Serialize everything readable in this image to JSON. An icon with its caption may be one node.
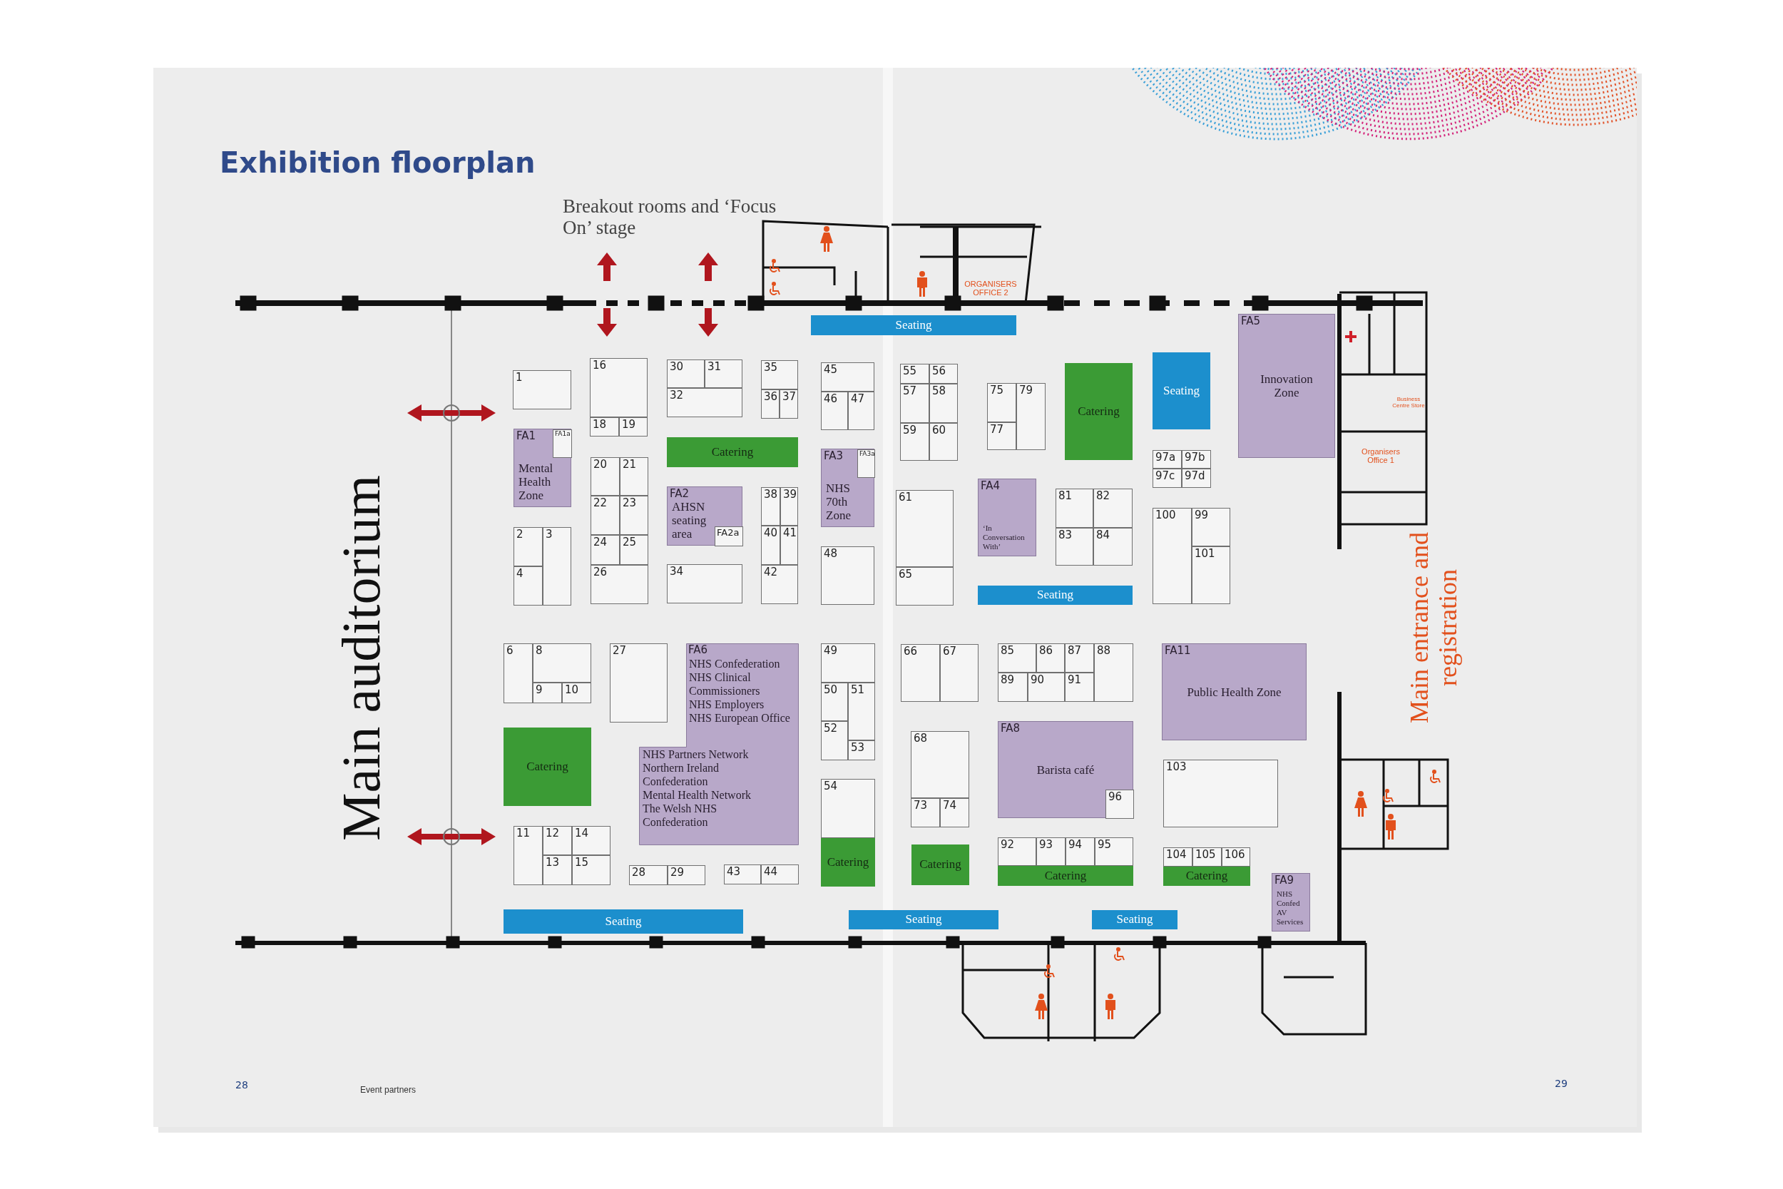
{
  "diagram": {
    "title": "Exhibition floorplan",
    "nodes": [
      {
        "text": [
          "Seating"
        ]
      },
      {
        "text": [
          "1"
        ]
      },
      {
        "text": [
          "16"
        ]
      },
      {
        "text": [
          "18"
        ]
      },
      {
        "text": [
          "19"
        ]
      },
      {
        "text": [
          "30"
        ]
      },
      {
        "text": [
          "31"
        ]
      },
      {
        "text": [
          "32"
        ]
      },
      {
        "text": [
          "35"
        ]
      },
      {
        "text": [
          "36"
        ]
      },
      {
        "text": [
          "37"
        ]
      },
      {
        "text": [
          "45"
        ]
      },
      {
        "text": [
          "46"
        ]
      },
      {
        "text": [
          "47"
        ]
      },
      {
        "text": [
          "55"
        ]
      },
      {
        "text": [
          "56"
        ]
      },
      {
        "text": [
          "57"
        ]
      },
      {
        "text": [
          "58"
        ]
      },
      {
        "text": [
          "59"
        ]
      },
      {
        "text": [
          "60"
        ]
      },
      {
        "text": [
          "75"
        ]
      },
      {
        "text": [
          "77"
        ]
      },
      {
        "text": [
          "79"
        ]
      },
      {
        "text": [
          "Catering"
        ]
      },
      {
        "text": [
          "Seating"
        ]
      },
      {
        "text": [
          "FA5",
          "Innovation Zone"
        ]
      },
      {
        "text": [
          "FA1",
          "Mental Health Zone"
        ]
      },
      {
        "text": [
          "FA1a"
        ],
        "in": 26
      },
      {
        "text": [
          "Catering"
        ]
      },
      {
        "text": [
          "FA3",
          "NHS 70th Zone"
        ]
      },
      {
        "text": [
          "FA3a"
        ],
        "in": 29
      },
      {
        "text": [
          "97a"
        ]
      },
      {
        "text": [
          "97b"
        ]
      },
      {
        "text": [
          "97c"
        ]
      },
      {
        "text": [
          "97d"
        ]
      },
      {
        "text": [
          "20"
        ]
      },
      {
        "text": [
          "21"
        ]
      },
      {
        "text": [
          "22"
        ]
      },
      {
        "text": [
          "23"
        ]
      },
      {
        "text": [
          "24"
        ]
      },
      {
        "text": [
          "25"
        ]
      },
      {
        "text": [
          "26"
        ]
      },
      {
        "text": [
          "FA2",
          "AHSN seating area"
        ]
      },
      {
        "text": [
          "FA2a"
        ],
        "in": 42
      },
      {
        "text": [
          "38"
        ]
      },
      {
        "text": [
          "39"
        ]
      },
      {
        "text": [
          "40"
        ]
      },
      {
        "text": [
          "41"
        ]
      },
      {
        "text": [
          "42"
        ]
      },
      {
        "text": [
          "FA4",
          "‘In Conversation With’"
        ]
      },
      {
        "text": [
          "61"
        ]
      },
      {
        "text": [
          "65"
        ]
      },
      {
        "text": [
          "81"
        ]
      },
      {
        "text": [
          "82"
        ]
      },
      {
        "text": [
          "83"
        ]
      },
      {
        "text": [
          "84"
        ]
      },
      {
        "text": [
          "100"
        ]
      },
      {
        "text": [
          "99"
        ]
      },
      {
        "text": [
          "101"
        ]
      },
      {
        "text": [
          "2"
        ]
      },
      {
        "text": [
          "3"
        ]
      },
      {
        "text": [
          "4"
        ]
      },
      {
        "text": [
          "34"
        ]
      },
      {
        "text": [
          "48"
        ]
      },
      {
        "text": [
          "Seating"
        ]
      },
      {
        "text": [
          "6"
        ]
      },
      {
        "text": [
          "8"
        ]
      },
      {
        "text": [
          "9"
        ]
      },
      {
        "text": [
          "10"
        ]
      },
      {
        "text": [
          "27"
        ]
      },
      {
        "text": [
          "FA6",
          "NHS Confederation",
          "NHS Clinical Commissioners",
          "NHS Employers",
          "NHS European Office",
          "NHS Partners Network",
          "Northern Ireland Confederation",
          "Mental Health Network",
          "The Welsh NHS Confederation"
        ]
      },
      {
        "text": [
          "49"
        ]
      },
      {
        "text": [
          "50"
        ]
      },
      {
        "text": [
          "51"
        ]
      },
      {
        "text": [
          "52"
        ]
      },
      {
        "text": [
          "53"
        ]
      },
      {
        "text": [
          "66"
        ]
      },
      {
        "text": [
          "67"
        ]
      },
      {
        "text": [
          "85"
        ]
      },
      {
        "text": [
          "86"
        ]
      },
      {
        "text": [
          "87"
        ]
      },
      {
        "text": [
          "88"
        ]
      },
      {
        "text": [
          "89"
        ]
      },
      {
        "text": [
          "90"
        ]
      },
      {
        "text": [
          "91"
        ]
      },
      {
        "text": [
          "FA11",
          "Public Health Zone"
        ]
      },
      {
        "text": [
          "Catering"
        ]
      },
      {
        "text": [
          "FA8",
          "Barista café"
        ]
      },
      {
        "text": [
          "96"
        ],
        "in": 87
      },
      {
        "text": [
          "68"
        ]
      },
      {
        "text": [
          "73"
        ]
      },
      {
        "text": [
          "74"
        ]
      },
      {
        "text": [
          "103"
        ]
      },
      {
        "text": [
          "54"
        ]
      },
      {
        "text": [
          "Catering"
        ]
      },
      {
        "text": [
          "11"
        ]
      },
      {
        "text": [
          "12"
        ]
      },
      {
        "text": [
          "13"
        ]
      },
      {
        "text": [
          "14"
        ]
      },
      {
        "text": [
          "15"
        ]
      },
      {
        "text": [
          "28"
        ]
      },
      {
        "text": [
          "29"
        ]
      },
      {
        "text": [
          "43"
        ]
      },
      {
        "text": [
          "44"
        ]
      },
      {
        "text": [
          "92"
        ]
      },
      {
        "text": [
          "93"
        ]
      },
      {
        "text": [
          "94"
        ]
      },
      {
        "text": [
          "95"
        ]
      },
      {
        "text": [
          "Catering"
        ]
      },
      {
        "text": [
          "Catering"
        ]
      },
      {
        "text": [
          "104"
        ]
      },
      {
        "text": [
          "105"
        ]
      },
      {
        "text": [
          "106"
        ]
      },
      {
        "text": [
          "Catering"
        ]
      },
      {
        "text": [
          "FA9",
          "NHS Confed AV Services"
        ]
      },
      {
        "text": [
          "Seating"
        ]
      },
      {
        "text": [
          "Seating"
        ]
      },
      {
        "text": [
          "Seating"
        ]
      }
    ],
    "labels": [
      "Breakout rooms and ‘Focus On’ stage",
      "Main auditorium",
      "ORGANISERS OFFICE 2",
      "Business Centre Store",
      "Organisers Office 1",
      "Main entrance and registration",
      "Event partners",
      "28",
      "29"
    ]
  }
}
